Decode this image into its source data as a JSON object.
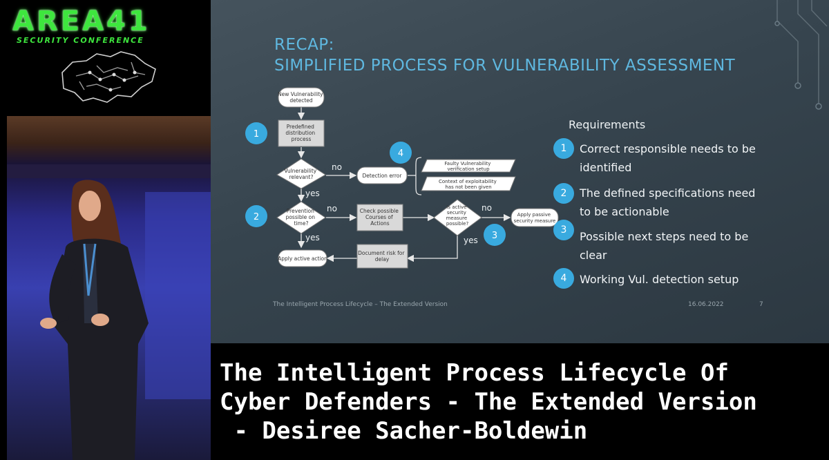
{
  "logo": {
    "title": "AREA41",
    "subtitle": "SECURITY CONFERENCE",
    "accent": "#3ee63e"
  },
  "slide": {
    "title_line1": "RECAP:",
    "title_line2": "SIMPLIFIED PROCESS FOR VULNERABILITY ASSESSMENT",
    "accent": "#39aadf",
    "flow": {
      "start": [
        "New Vulnerability",
        "detected"
      ],
      "distribution": [
        "Predefined",
        "distribution",
        "process"
      ],
      "relevant": [
        "Vulnerability",
        "relevant?"
      ],
      "detection_error": "Detection error",
      "faulty": [
        "Faulty Vulnerability",
        "verification setup"
      ],
      "context": [
        "Context of exploitability",
        "has not been given"
      ],
      "prevention": [
        "Prevention",
        "possible on",
        "time?"
      ],
      "courses": [
        "Check possible",
        "Courses of",
        "Actions"
      ],
      "active_measure": [
        "Is active",
        "security",
        "measure",
        "possible?"
      ],
      "passive": [
        "Apply passive",
        "security measure"
      ],
      "document": [
        "Document risk for",
        "delay"
      ],
      "apply_active": "Apply active action",
      "no": "no",
      "yes": "yes",
      "markers": [
        "1",
        "2",
        "3",
        "4"
      ]
    },
    "requirements": {
      "heading": "Requirements",
      "items": [
        {
          "num": "1",
          "text": "Correct responsible needs to be identified"
        },
        {
          "num": "2",
          "text": "The defined specifications need to be actionable"
        },
        {
          "num": "3",
          "text": "Possible next steps need to be clear"
        },
        {
          "num": "4",
          "text": "Working Vul. detection setup"
        }
      ]
    },
    "footer": {
      "left": "The Intelligent Process Lifecycle – The Extended Version",
      "date": "16.06.2022",
      "page": "7"
    }
  },
  "caption": {
    "line1": "The Intelligent Process Lifecycle Of",
    "line2": "Cyber Defenders - The Extended Version",
    "line3": " - Desiree Sacher-Boldewin"
  }
}
